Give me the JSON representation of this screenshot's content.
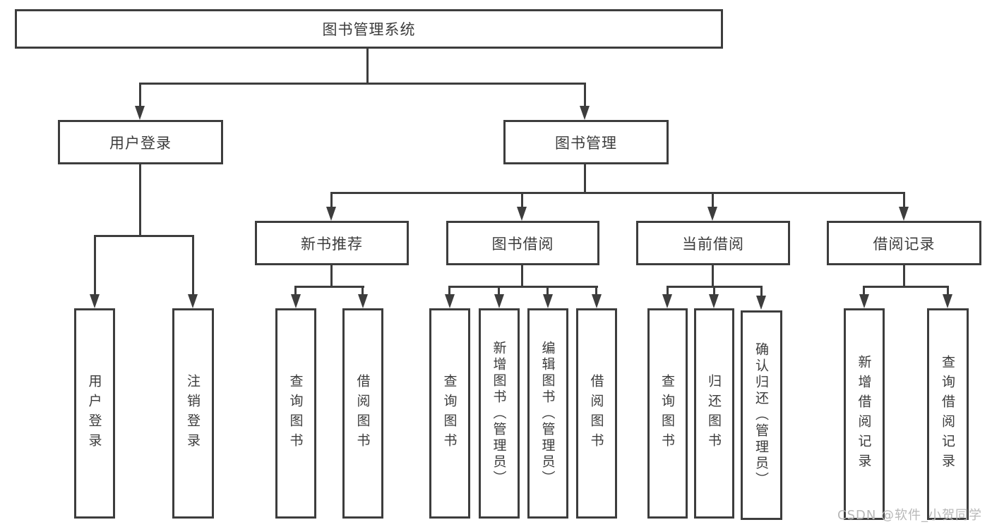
{
  "diagram": {
    "type": "org-chart",
    "root": {
      "label": "图书管理系统"
    },
    "level2": [
      {
        "label": "用户登录",
        "children": [
          {
            "label": "用户登录"
          },
          {
            "label": "注销登录"
          }
        ]
      },
      {
        "label": "图书管理",
        "children": [
          {
            "label": "新书推荐",
            "children": [
              {
                "label": "查询图书"
              },
              {
                "label": "借阅图书"
              }
            ]
          },
          {
            "label": "图书借阅",
            "children": [
              {
                "label": "查询图书"
              },
              {
                "label": "新增图书（管理员）"
              },
              {
                "label": "编辑图书（管理员）"
              },
              {
                "label": "借阅图书"
              }
            ]
          },
          {
            "label": "当前借阅",
            "children": [
              {
                "label": "查询图书"
              },
              {
                "label": "归还图书"
              },
              {
                "label": "确认归还（管理员）"
              }
            ]
          },
          {
            "label": "借阅记录",
            "children": [
              {
                "label": "新增借阅记录"
              },
              {
                "label": "查询借阅记录"
              }
            ]
          }
        ]
      }
    ]
  },
  "watermark": {
    "text": "CSDN @软件_小贺同学"
  },
  "colors": {
    "line": "#3d3d3d",
    "text": "#3c3c3c",
    "watermark": "#b8b8b8",
    "background": "#ffffff"
  }
}
